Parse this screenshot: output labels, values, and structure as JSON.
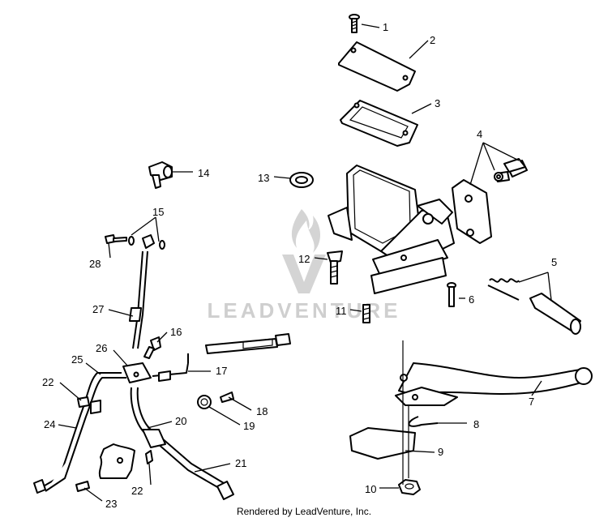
{
  "diagram": {
    "watermark_text": "LEADVENTURE",
    "credit": "Rendered by LeadVenture, Inc.",
    "callouts": [
      "1",
      "2",
      "3",
      "4",
      "5",
      "6",
      "7",
      "8",
      "9",
      "10",
      "11",
      "12",
      "13",
      "14",
      "15",
      "16",
      "17",
      "18",
      "19",
      "20",
      "21",
      "22",
      "22",
      "23",
      "24",
      "25",
      "26",
      "27",
      "28"
    ]
  }
}
